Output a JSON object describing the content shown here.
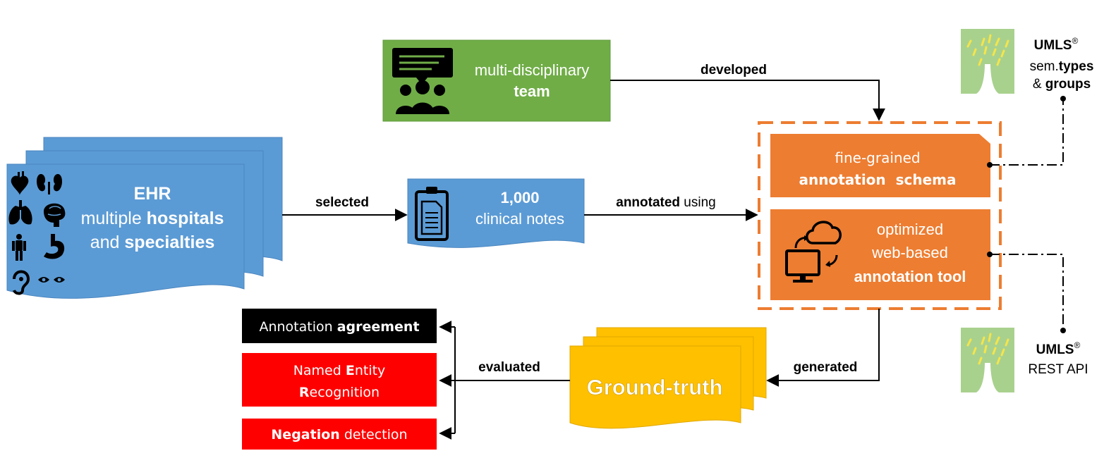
{
  "ehr": {
    "title": "EHR",
    "line1_pre": "multiple ",
    "line1_bold": "hospitals",
    "line2_pre": "and ",
    "line2_bold": "specialties"
  },
  "team": {
    "line1": "multi-disciplinary",
    "line2": "team"
  },
  "notes": {
    "count": "1,000",
    "label": "clinical notes"
  },
  "schema": {
    "line1": "fine-grained",
    "line2": "annotation  schema"
  },
  "tool": {
    "line1": "optimized",
    "line2": "web-based",
    "line3": "annotation tool"
  },
  "ground_truth": {
    "label": "Ground-truth"
  },
  "umls_top": {
    "name": "UMLS",
    "reg": "®",
    "line2_pre": "sem.",
    "line2_bold": "types",
    "line3_pre": "& ",
    "line3_bold": "groups"
  },
  "umls_bottom": {
    "name": "UMLS",
    "reg": "®",
    "line2": "REST API"
  },
  "edges": {
    "selected": "selected",
    "annotated_bold": "annotated",
    "annotated_rest": " using",
    "developed": "developed",
    "generated": "generated",
    "evaluated": "evaluated"
  },
  "outputs": {
    "agreement_pre": "Annotation ",
    "agreement_bold": "agreement",
    "ner_l1_pre": "Named ",
    "ner_l1_E": "E",
    "ner_l1_post": "ntity",
    "ner_l2_R": "R",
    "ner_l2_post": "ecognition",
    "neg_bold": "Negation",
    "neg_rest": " detection"
  },
  "colors": {
    "blue": "#5b9bd5",
    "green": "#70ad47",
    "orange": "#ed7d31",
    "yellow": "#ffc000",
    "red": "#ff0000",
    "black": "#000000",
    "tree": "#a9d18e"
  },
  "icons": [
    "heart-icon",
    "kidney-icon",
    "lungs-icon",
    "brain-icon",
    "skeleton-icon",
    "stomach-icon",
    "ear-icon",
    "eyes-icon",
    "team-icon",
    "clipboard-icon",
    "cloud-sync-icon",
    "monitor-icon",
    "tree-icon"
  ]
}
